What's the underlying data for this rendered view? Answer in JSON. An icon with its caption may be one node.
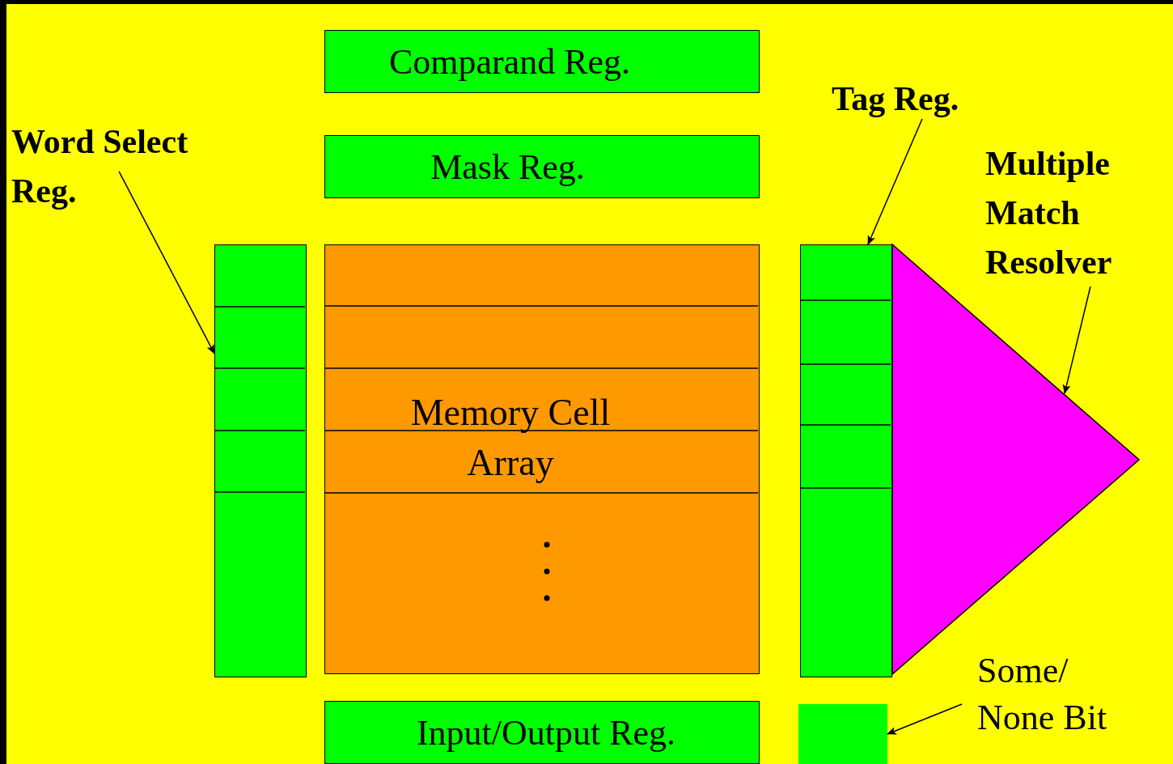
{
  "diagram": {
    "nodes": [
      {
        "text": [
          "Comparand Reg."
        ]
      },
      {
        "text": [
          "Mask Reg."
        ]
      },
      {
        "text": [
          "Memory Cell Array"
        ]
      },
      {
        "text": [
          "Input/Output Reg."
        ]
      },
      {
        "text": [
          "Word Select Reg."
        ]
      },
      {
        "text": [],
        "shape": "bar"
      },
      {
        "text": [
          "Tag Reg."
        ]
      },
      {
        "text": [],
        "shape": "bar"
      },
      {
        "text": [
          "Multiple Match Resolver"
        ]
      },
      {
        "text": [],
        "shape": "triangle"
      },
      {
        "text": [
          "Some/ None Bit"
        ]
      },
      {
        "text": [],
        "shape": "box"
      }
    ],
    "edges": [
      {
        "from": 4,
        "to": 5,
        "arrow": "to"
      },
      {
        "from": 6,
        "to": 7,
        "arrow": "to"
      },
      {
        "from": 8,
        "to": 9,
        "arrow": "to"
      },
      {
        "from": 10,
        "to": 11,
        "arrow": "to"
      }
    ]
  }
}
